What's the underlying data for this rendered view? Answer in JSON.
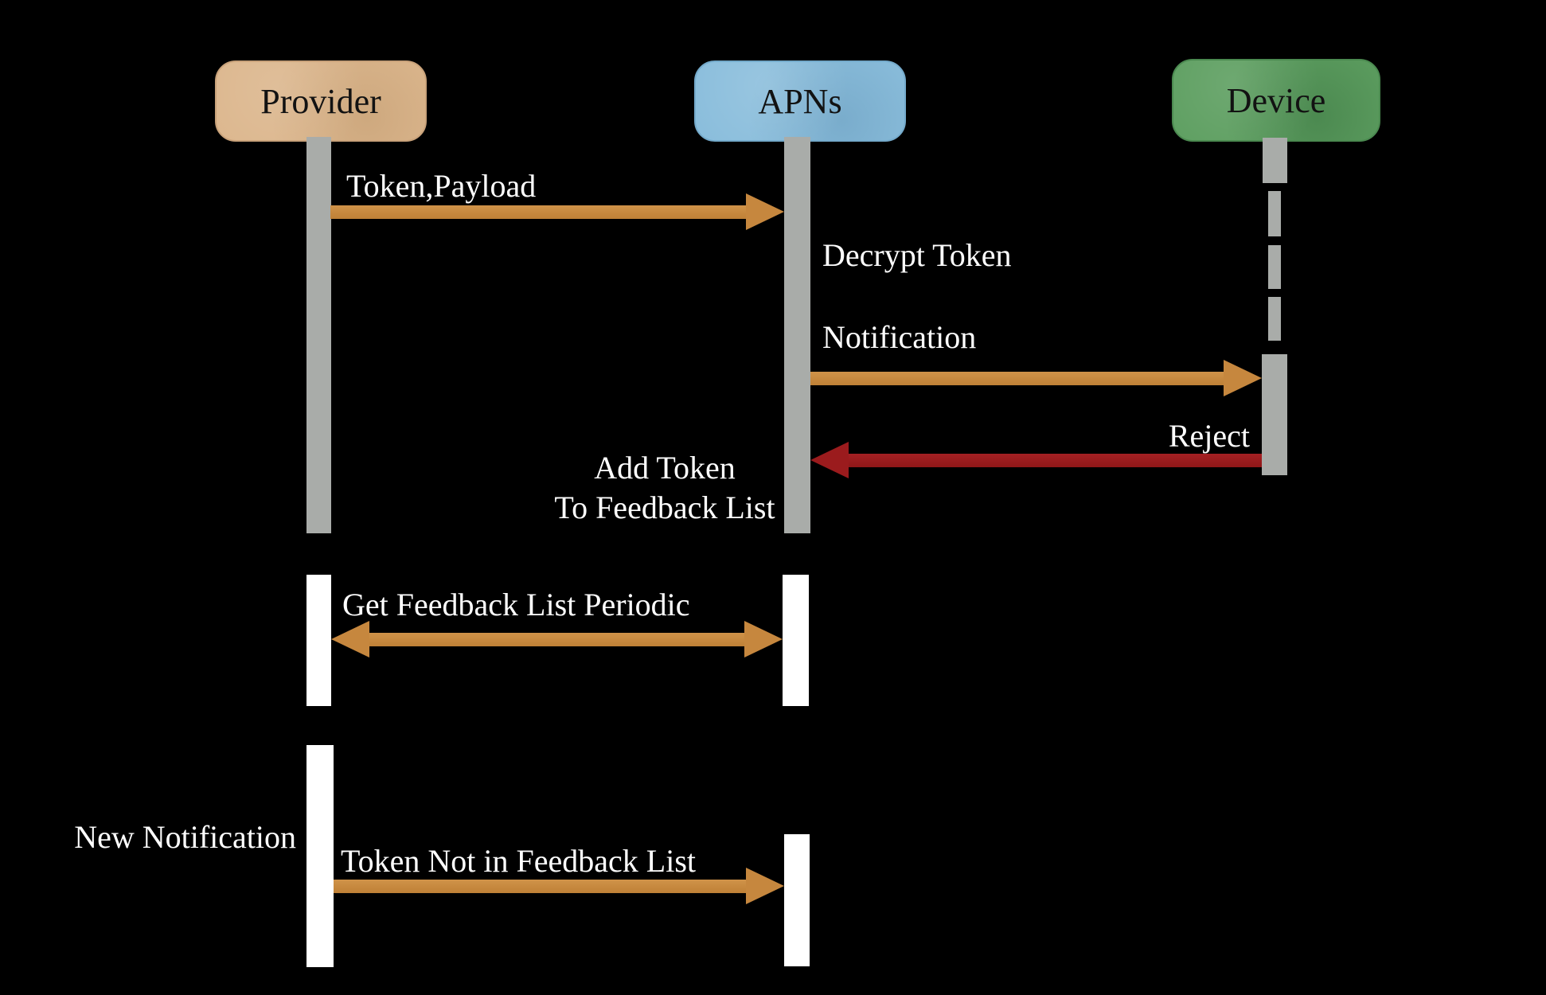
{
  "diagram": {
    "type": "sequence-diagram",
    "background": "#000000",
    "actors": [
      {
        "id": "provider",
        "label": "Provider",
        "fill": "#DCB78E"
      },
      {
        "id": "apns",
        "label": "APNs",
        "fill": "#8BBEDC"
      },
      {
        "id": "device",
        "label": "Device",
        "fill": "#5E9F61"
      }
    ],
    "colors": {
      "lifeline": "#A9ACA9",
      "activation_bar": "#FFFFFF",
      "message_arrow": "#C6873E",
      "reject_arrow": "#9B1B1D",
      "label_text": "#FFFFFF"
    },
    "messages": [
      {
        "label": "Token,Payload",
        "from": "provider",
        "to": "apns",
        "direction": "right",
        "style": "orange"
      },
      {
        "label": "Notification",
        "from": "apns",
        "to": "device",
        "direction": "right",
        "style": "orange"
      },
      {
        "label": "Reject",
        "from": "device",
        "to": "apns",
        "direction": "left",
        "style": "red"
      },
      {
        "label": "Get Feedback List Periodic",
        "from": "provider",
        "to": "apns",
        "direction": "both",
        "style": "orange"
      },
      {
        "label": "Token Not in Feedback List",
        "from": "provider",
        "to": "apns",
        "direction": "right",
        "style": "orange"
      }
    ],
    "notes": [
      {
        "at": "apns",
        "lines": [
          "Decrypt Token"
        ]
      },
      {
        "at": "apns",
        "lines": [
          "Add Token",
          "To Feedback List"
        ]
      },
      {
        "at": "provider",
        "lines": [
          "New Notification"
        ]
      }
    ]
  }
}
